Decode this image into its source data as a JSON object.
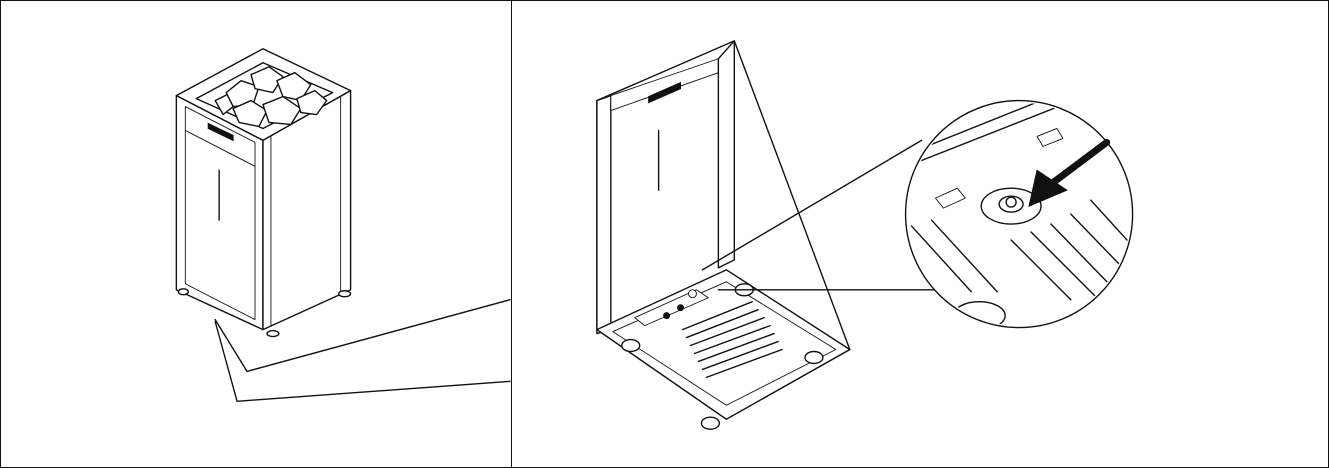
{
  "figure": {
    "panels": [
      {
        "id": "heater-front-view",
        "content": "assembled-sauna-heater-with-stones"
      },
      {
        "id": "heater-underside-view",
        "content": "heater-tilted-showing-bottom-with-magnified-detail"
      }
    ],
    "colors": {
      "line": "#111111",
      "background": "#ffffff"
    },
    "icons": [
      "stone-icon",
      "arrow-icon",
      "foot-icon",
      "vent-slot-icon"
    ]
  }
}
